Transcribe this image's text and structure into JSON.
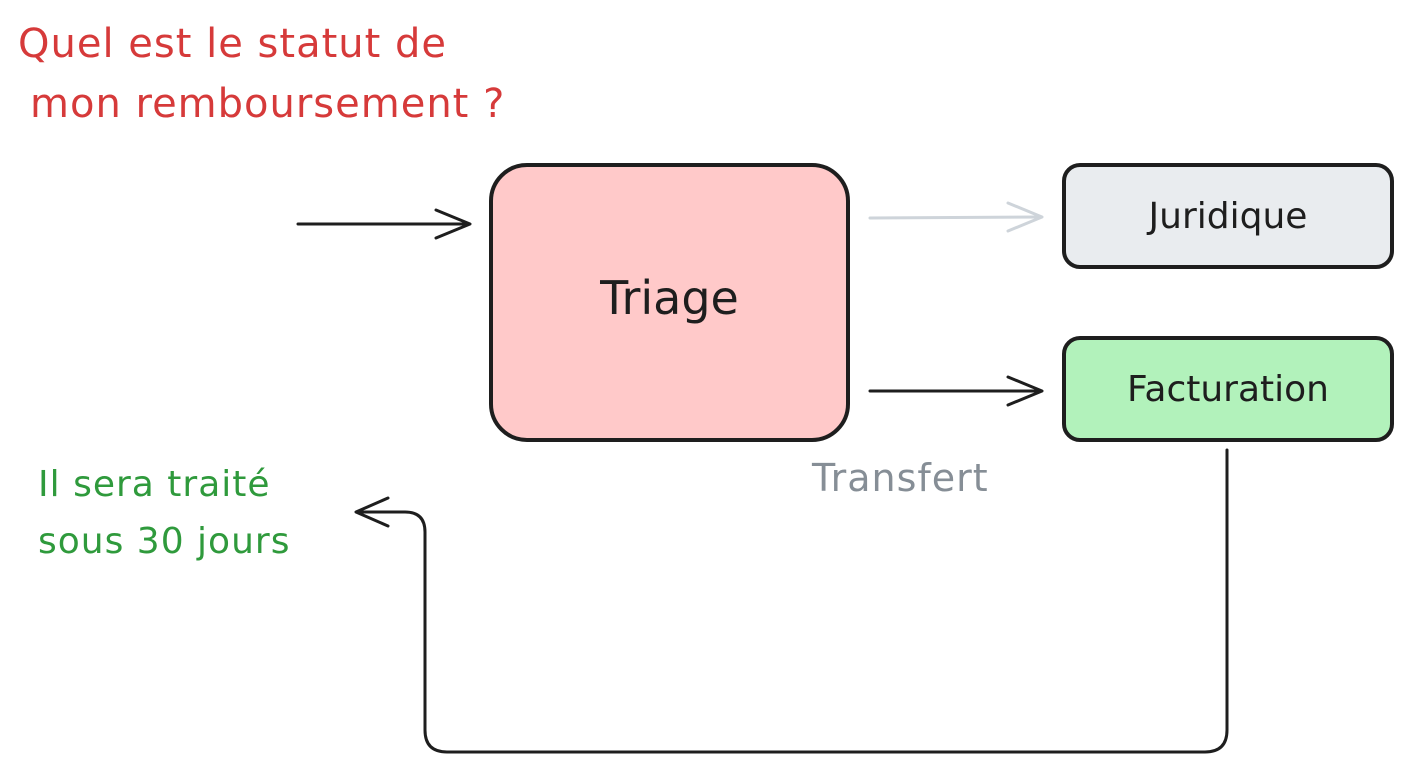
{
  "question": {
    "line1": "Quel est le statut de",
    "line2": "mon remboursement ?",
    "color": "#d63a3a"
  },
  "answer": {
    "line1": "Il sera traité",
    "line2": "sous 30 jours",
    "color": "#2f9a3c"
  },
  "nodes": {
    "triage": {
      "label": "Triage",
      "fill": "#ffc9c9"
    },
    "juridique": {
      "label": "Juridique",
      "fill": "#e9ecef"
    },
    "facturation": {
      "label": "Facturation",
      "fill": "#b2f2bb"
    }
  },
  "edges": {
    "transfer_label": "Transfert",
    "label_color": "#868e96",
    "inactive_color": "#ced4da",
    "active_color": "#1e1e1e"
  }
}
